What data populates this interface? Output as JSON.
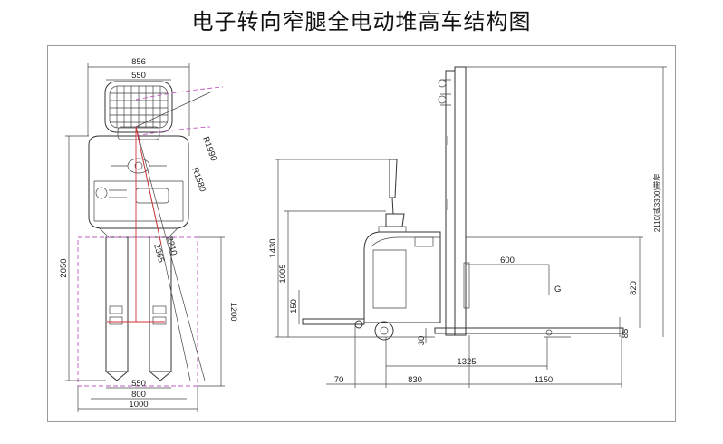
{
  "title": "电子转向窄腿全电动堆高车结构图",
  "top_view": {
    "dims": {
      "d856": "856",
      "d550_top": "550",
      "r1990": "R1990",
      "r1580": "R1580",
      "d2050": "2050",
      "d2210": "2210",
      "d2365": "2365",
      "d1200": "1200",
      "d550_bottom": "550",
      "d800": "800",
      "d1000": "1000"
    }
  },
  "side_view": {
    "dims": {
      "d1430": "1430",
      "d1005": "1005",
      "d150": "150",
      "d600": "600",
      "g_label": "G",
      "d820": "820",
      "mast_height": "2110(或3300)带爬",
      "d30": "30",
      "d85": "85",
      "d70": "70",
      "d1325": "1325",
      "d830": "830",
      "d1150": "1150"
    }
  }
}
